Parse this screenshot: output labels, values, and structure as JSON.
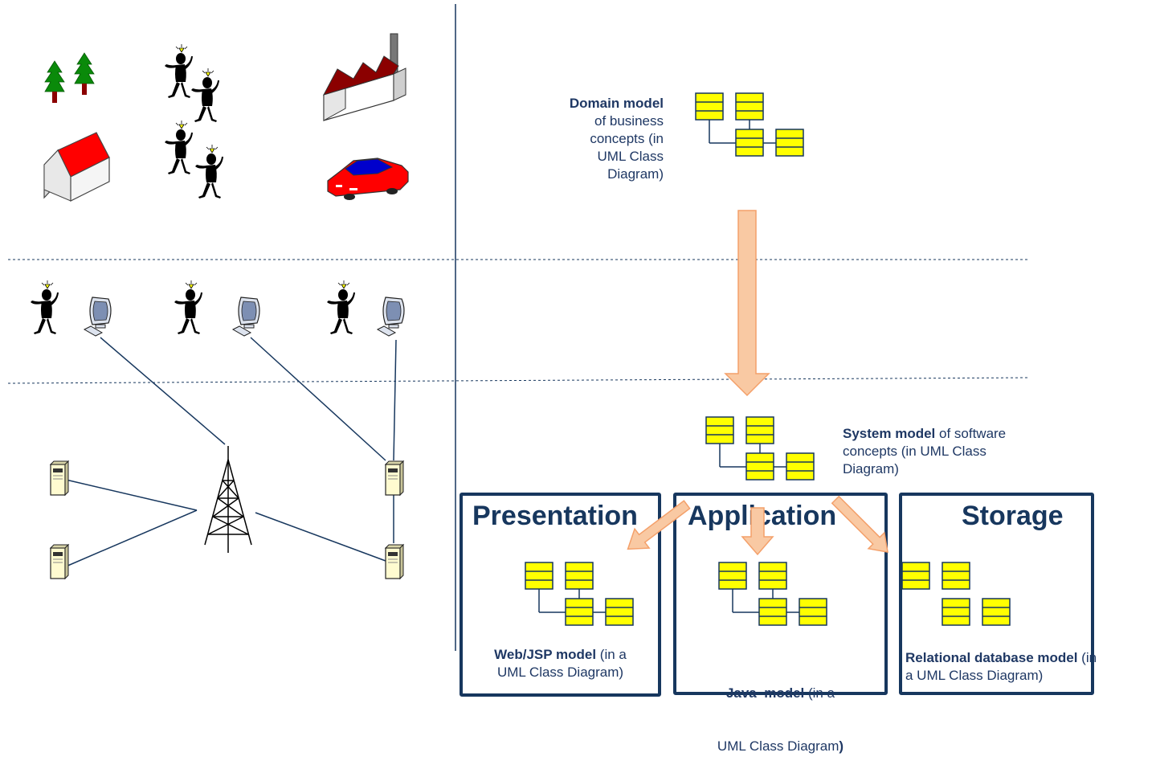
{
  "colors": {
    "navy": "#17375e",
    "text": "#1f3864",
    "class_fill": "#ffff00",
    "arrow_fill": "#f9c9a3",
    "arrow_stroke": "#f4a06a",
    "tree": "#0a8a0a",
    "roof_red": "#ff0000",
    "factory_roof": "#8b0000",
    "car_red": "#ff0000",
    "car_blue": "#0000cc",
    "server": "#fffbd0"
  },
  "icons": {
    "trees": "tree-icon",
    "people": "person-icon",
    "factory": "factory-icon",
    "house": "house-icon",
    "car": "car-icon",
    "computer": "computer-icon",
    "server": "server-icon",
    "tower": "radio-tower-icon",
    "class_diagram": "uml-class-diagram-icon"
  },
  "domain": {
    "title": "Domain model",
    "line1": "of business",
    "line2": "concepts (in",
    "line3": "UML Class",
    "line4": "Diagram)"
  },
  "system": {
    "title": "System model",
    "line1_rest": " of software",
    "line2": "concepts (in UML Class",
    "line3": "Diagram)"
  },
  "panels": {
    "presentation": {
      "heading": "Presentation",
      "caption_bold": "Web/JSP model",
      "caption_rest": " (in a",
      "caption_line2": "UML Class Diagram)"
    },
    "application": {
      "heading": "Application",
      "caption_bold": "Java  model",
      "caption_rest": " (in a",
      "caption_line2": "UML Class Diagram",
      "caption_tail": ")"
    },
    "storage": {
      "heading": "Storage",
      "caption_bold": "Relational database model",
      "caption_rest": " (in",
      "caption_line2": "a UML Class Diagram)"
    }
  }
}
